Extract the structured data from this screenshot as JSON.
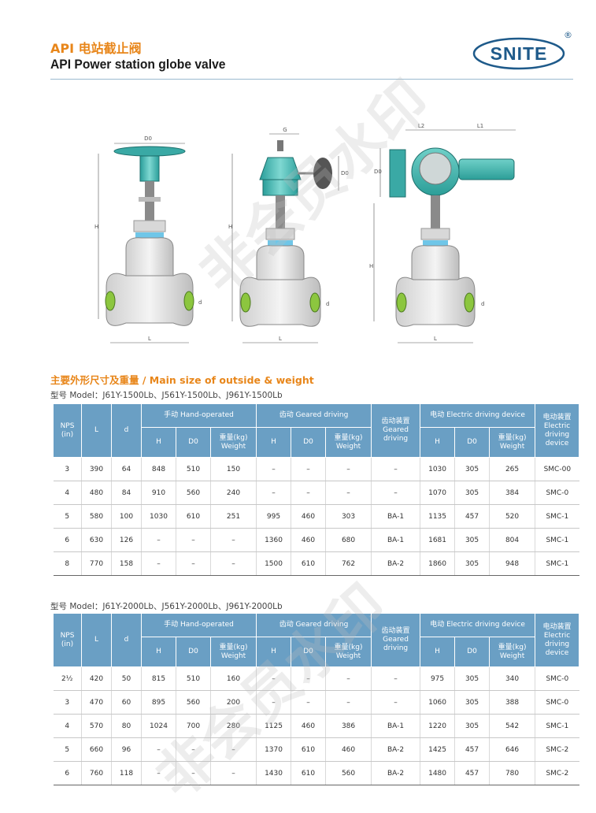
{
  "header": {
    "title_cn": "API 电站截止阀",
    "title_en": "API Power station globe valve",
    "logo_text": "SNITE",
    "logo_reg": "®"
  },
  "drawings": {
    "labels": [
      "D0",
      "H",
      "L",
      "d",
      "G",
      "D0",
      "H",
      "L",
      "d",
      "L2",
      "L1",
      "D0",
      "H",
      "L",
      "d"
    ]
  },
  "section_title": "主要外形尺寸及重量 / Main size of outside & weight",
  "table1": {
    "model": "型号 Model：J61Y-1500Lb、J561Y-1500Lb、J961Y-1500Lb",
    "head": {
      "nps": "NPS (in)",
      "l": "L",
      "d": "d",
      "hand": "手动 Hand-operated",
      "geared": "齿动 Geared driving",
      "gear_dev": "齿动装置 Geared driving",
      "elec": "电动 Electric driving device",
      "elec_dev": "电动装置 Electric driving device",
      "h": "H",
      "d0": "D0",
      "weight": "重量(kg) Weight"
    },
    "rows": [
      [
        "3",
        "390",
        "64",
        "848",
        "510",
        "150",
        "–",
        "–",
        "–",
        "–",
        "1030",
        "305",
        "265",
        "SMC-00"
      ],
      [
        "4",
        "480",
        "84",
        "910",
        "560",
        "240",
        "–",
        "–",
        "–",
        "–",
        "1070",
        "305",
        "384",
        "SMC-0"
      ],
      [
        "5",
        "580",
        "100",
        "1030",
        "610",
        "251",
        "995",
        "460",
        "303",
        "BA-1",
        "1135",
        "457",
        "520",
        "SMC-1"
      ],
      [
        "6",
        "630",
        "126",
        "–",
        "–",
        "–",
        "1360",
        "460",
        "680",
        "BA-1",
        "1681",
        "305",
        "804",
        "SMC-1"
      ],
      [
        "8",
        "770",
        "158",
        "–",
        "–",
        "–",
        "1500",
        "610",
        "762",
        "BA-2",
        "1860",
        "305",
        "948",
        "SMC-1"
      ]
    ]
  },
  "table2": {
    "model": "型号 Model：J61Y-2000Lb、J561Y-2000Lb、J961Y-2000Lb",
    "rows": [
      [
        "2½",
        "420",
        "50",
        "815",
        "510",
        "160",
        "–",
        "–",
        "–",
        "–",
        "975",
        "305",
        "340",
        "SMC-0"
      ],
      [
        "3",
        "470",
        "60",
        "895",
        "560",
        "200",
        "–",
        "–",
        "–",
        "–",
        "1060",
        "305",
        "388",
        "SMC-0"
      ],
      [
        "4",
        "570",
        "80",
        "1024",
        "700",
        "280",
        "1125",
        "460",
        "386",
        "BA-1",
        "1220",
        "305",
        "542",
        "SMC-1"
      ],
      [
        "5",
        "660",
        "96",
        "–",
        "–",
        "–",
        "1370",
        "610",
        "460",
        "BA-2",
        "1425",
        "457",
        "646",
        "SMC-2"
      ],
      [
        "6",
        "760",
        "118",
        "–",
        "–",
        "–",
        "1430",
        "610",
        "560",
        "BA-2",
        "1480",
        "457",
        "780",
        "SMC-2"
      ]
    ]
  },
  "watermark": "非会员水印",
  "colors": {
    "accent_orange": "#e8861a",
    "table_header": "#6a9fc4",
    "logo_blue": "#1e5a8a",
    "valve_teal": "#3fb5b0",
    "valve_green": "#8cc63f"
  }
}
